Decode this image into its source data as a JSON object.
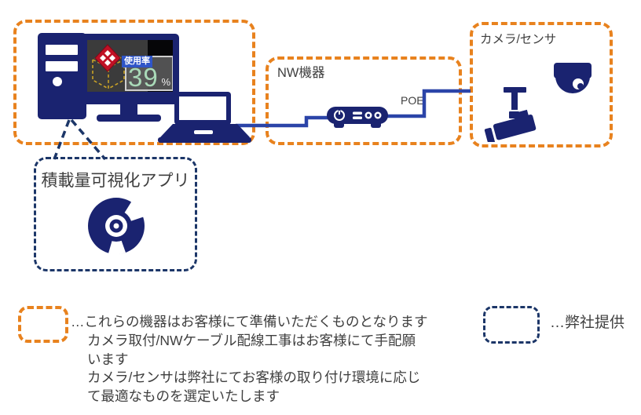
{
  "diagram_title": "camera-sensor-network-setup-diagram",
  "colors": {
    "customer_box_orange": "#E8821E",
    "company_box_navy": "#1C3668",
    "device_navy": "#1A2370",
    "cable_blue": "#2B44A8",
    "text_gray": "#3F3F3F",
    "usage_value_green": "#A9D9B8",
    "usage_chip_blue": "#2F55C8",
    "logo_red": "#C01025",
    "wireframe_yellow": "#C9A227"
  },
  "icons": [
    "desktop-tower-icon",
    "monitor-icon",
    "laptop-icon",
    "cube-wireframe-icon",
    "red-diamond-logo-icon",
    "network-switch-icon",
    "bullet-camera-icon",
    "dome-camera-icon",
    "disc-icon"
  ],
  "pc_area": {
    "screen_overlay": {
      "usage_label": "使用率",
      "usage_value": "39",
      "usage_unit": "%"
    }
  },
  "nw_area": {
    "label": "NW機器",
    "poe_label": "POE"
  },
  "camera_area": {
    "label": "カメラ/センサ"
  },
  "app_callout": {
    "label": "積載量可視化アプリ"
  },
  "legend": {
    "customer_note_line1": "…これらの機器はお客様にて準備いただくものとなります",
    "customer_note_lines": [
      "カメラ取付/NWケーブル配線工事はお客様にて手配願",
      "います",
      "カメラ/センサは弊社にてお客様の取り付け環境に応じ",
      "て最適なものを選定いたします"
    ],
    "company_label": "…弊社提供"
  }
}
